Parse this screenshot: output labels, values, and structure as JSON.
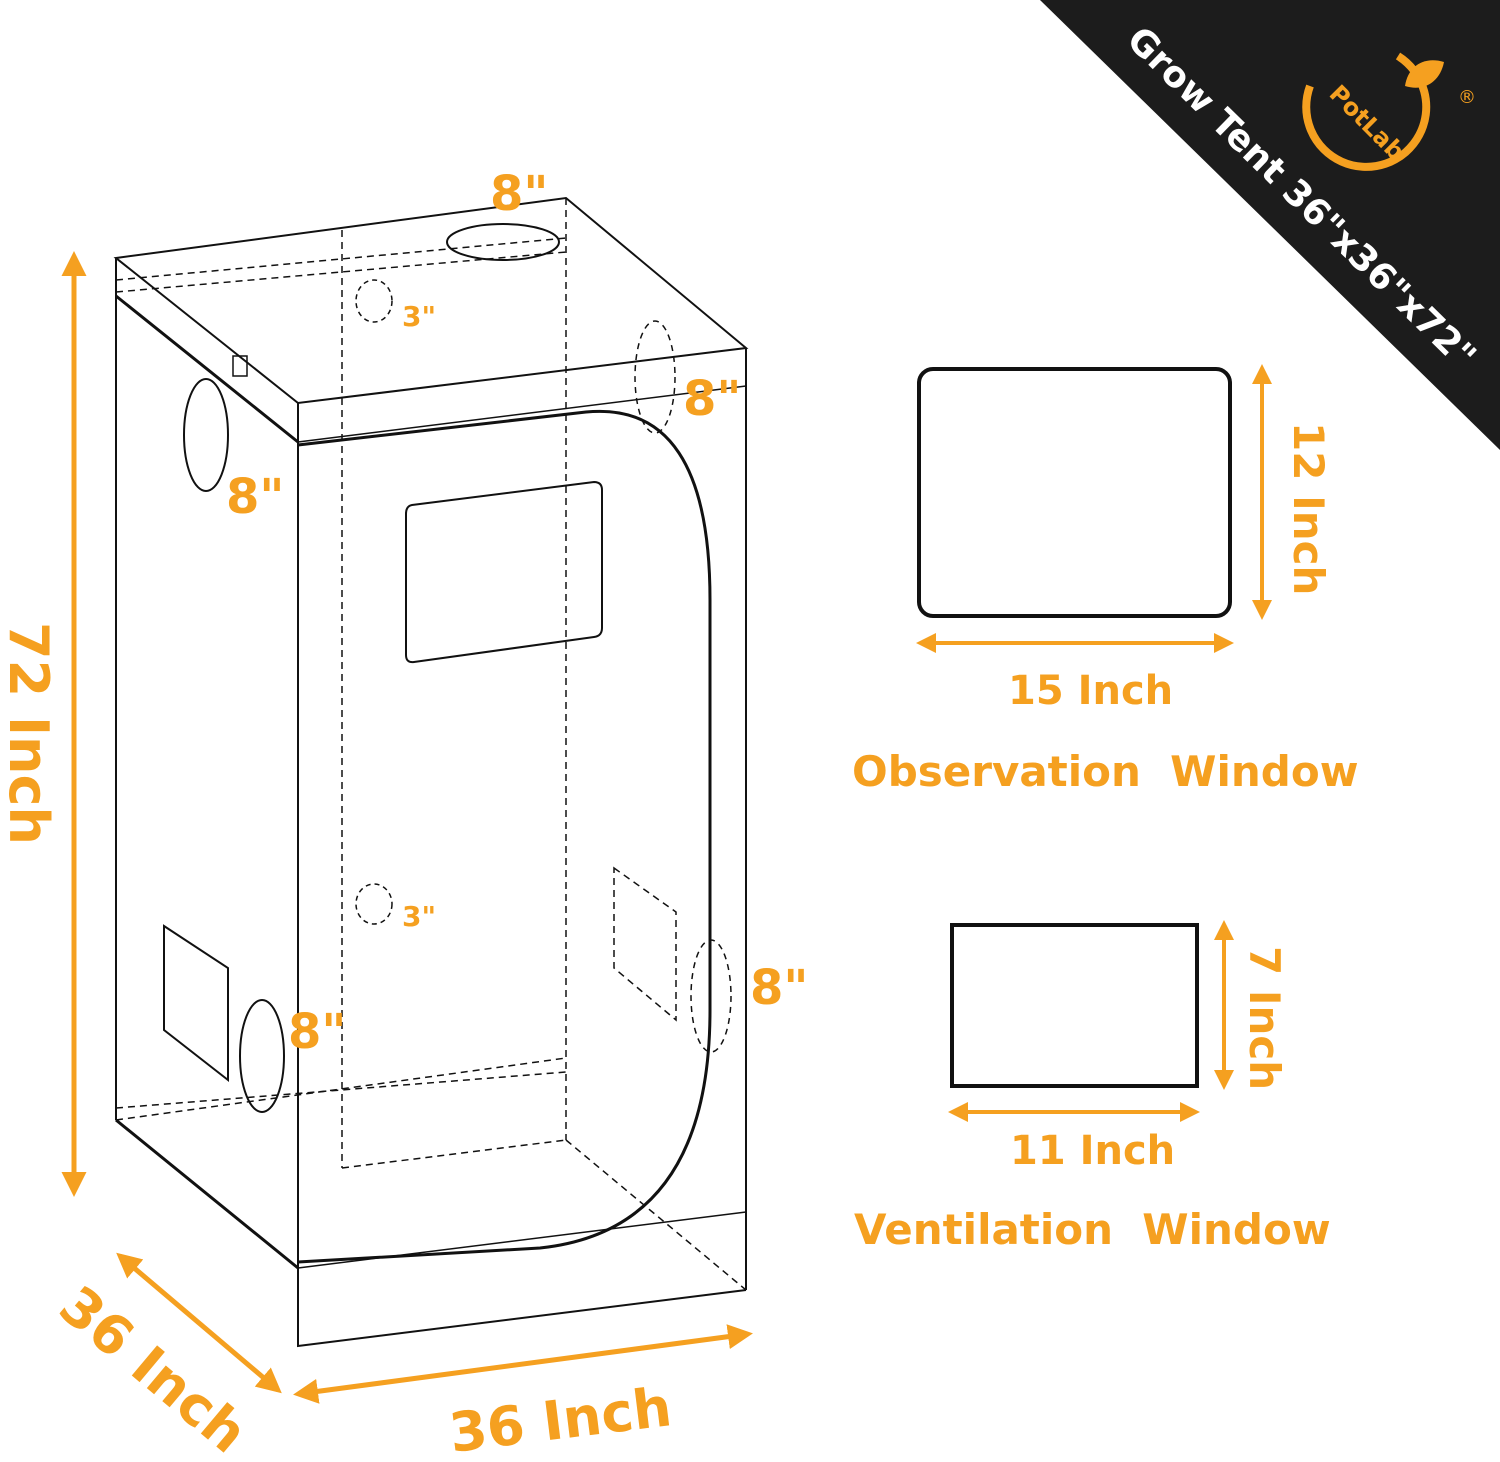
{
  "brand": {
    "logo_text": "PotLab",
    "registered_mark": "®",
    "banner_title": "Grow Tent 36\"x36\"x72\""
  },
  "tent": {
    "height_label": "72 Inch",
    "depth_label": "36 Inch",
    "width_label": "36 Inch",
    "port_labels": {
      "top_8": "8\"",
      "top_3": "3\"",
      "back_right_8": "8\"",
      "left_upper_8": "8\"",
      "left_lower_8": "8\"",
      "mid_3": "3\"",
      "right_lower_8": "8\""
    }
  },
  "observation_window": {
    "name": "Observation  Window",
    "width_label": "15 Inch",
    "height_label": "12 Inch"
  },
  "ventilation_window": {
    "name": "Ventilation  Window",
    "width_label": "11 Inch",
    "height_label": "7 Inch"
  },
  "colors": {
    "accent": "#f5a020",
    "banner": "#1c1c1c",
    "line": "#111111"
  }
}
